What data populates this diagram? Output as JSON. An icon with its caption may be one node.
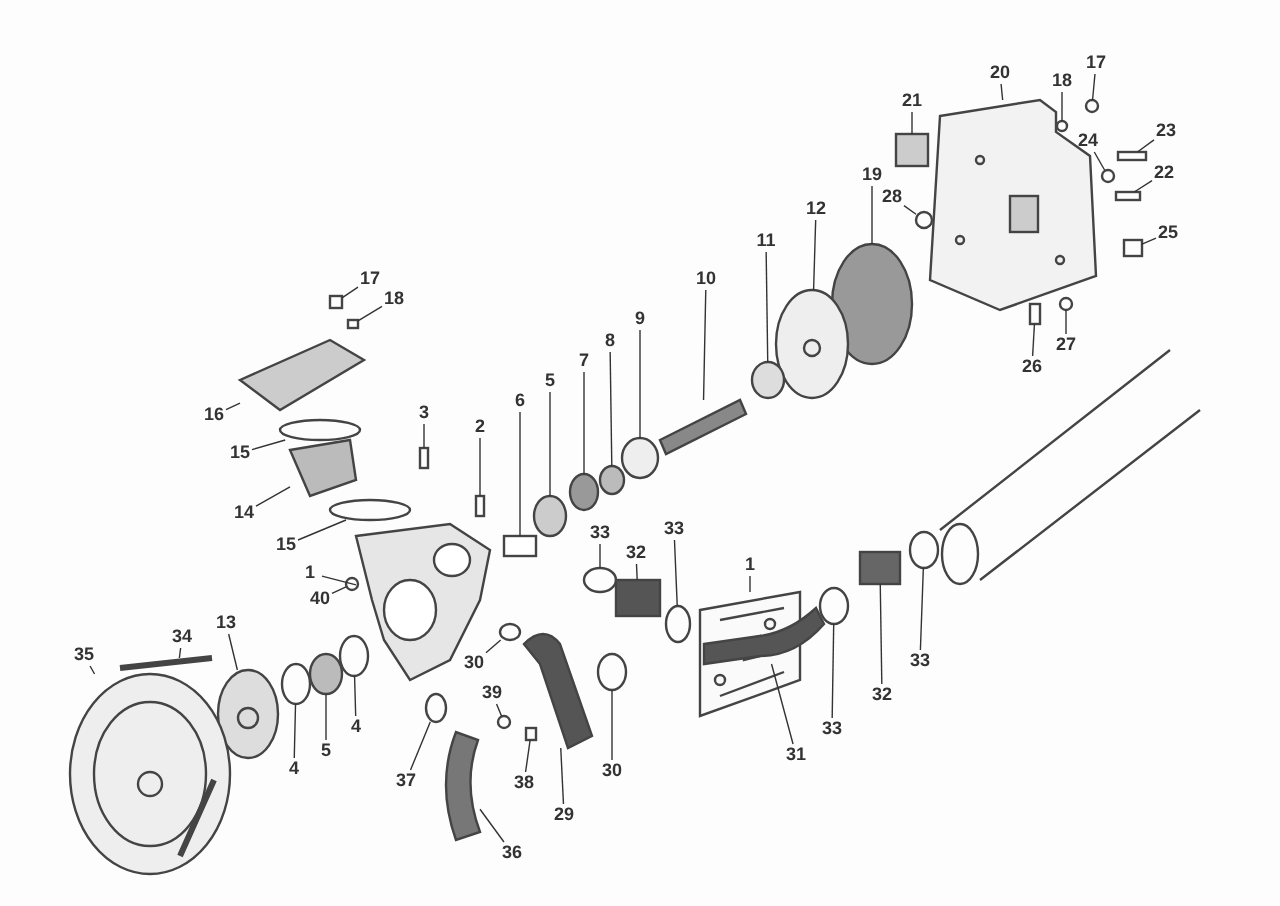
{
  "diagram": {
    "nodes": [
      {
        "text": [
          "17"
        ]
      },
      {
        "text": [
          "20"
        ]
      },
      {
        "text": [
          "18"
        ]
      },
      {
        "text": [
          "21"
        ]
      },
      {
        "text": [
          "24"
        ]
      },
      {
        "text": [
          "23"
        ]
      },
      {
        "text": [
          "22"
        ]
      },
      {
        "text": [
          "19"
        ]
      },
      {
        "text": [
          "28"
        ]
      },
      {
        "text": [
          "12"
        ]
      },
      {
        "text": [
          "25"
        ]
      },
      {
        "text": [
          "11"
        ]
      },
      {
        "text": [
          "17"
        ]
      },
      {
        "text": [
          "10"
        ]
      },
      {
        "text": [
          "18"
        ]
      },
      {
        "text": [
          "9"
        ]
      },
      {
        "text": [
          "8"
        ]
      },
      {
        "text": [
          "27"
        ]
      },
      {
        "text": [
          "26"
        ]
      },
      {
        "text": [
          "7"
        ]
      },
      {
        "text": [
          "5"
        ]
      },
      {
        "text": [
          "6"
        ]
      },
      {
        "text": [
          "3"
        ]
      },
      {
        "text": [
          "16"
        ]
      },
      {
        "text": [
          "2"
        ]
      },
      {
        "text": [
          "15"
        ]
      },
      {
        "text": [
          "14"
        ]
      },
      {
        "text": [
          "33"
        ]
      },
      {
        "text": [
          "15"
        ]
      },
      {
        "text": [
          "33"
        ]
      },
      {
        "text": [
          "32"
        ]
      },
      {
        "text": [
          "1"
        ]
      },
      {
        "text": [
          "1"
        ]
      },
      {
        "text": [
          "40"
        ]
      },
      {
        "text": [
          "13"
        ]
      },
      {
        "text": [
          "34"
        ]
      },
      {
        "text": [
          "35"
        ]
      },
      {
        "text": [
          "33"
        ]
      },
      {
        "text": [
          "30"
        ]
      },
      {
        "text": [
          "32"
        ]
      },
      {
        "text": [
          "39"
        ]
      },
      {
        "text": [
          "4"
        ]
      },
      {
        "text": [
          "33"
        ]
      },
      {
        "text": [
          "5"
        ]
      },
      {
        "text": [
          "31"
        ]
      },
      {
        "text": [
          "4"
        ]
      },
      {
        "text": [
          "30"
        ]
      },
      {
        "text": [
          "37"
        ]
      },
      {
        "text": [
          "38"
        ]
      },
      {
        "text": [
          "29"
        ]
      },
      {
        "text": [
          "36"
        ]
      },
      {
        "text": [],
        "shape": "circle"
      },
      {
        "text": [],
        "shape": "picture"
      },
      {
        "text": [],
        "shape": "circle"
      },
      {
        "text": [],
        "shape": "box"
      },
      {
        "text": [],
        "shape": "circle"
      },
      {
        "text": [],
        "shape": "box"
      },
      {
        "text": [],
        "shape": "box"
      },
      {
        "text": [],
        "shape": "circle"
      },
      {
        "text": [],
        "shape": "circle"
      },
      {
        "text": [],
        "shape": "picture"
      },
      {
        "text": [],
        "shape": "box"
      },
      {
        "text": [],
        "shape": "circle"
      },
      {
        "text": [],
        "shape": "box"
      },
      {
        "text": [],
        "shape": "picture"
      },
      {
        "text": [],
        "shape": "box"
      },
      {
        "text": [],
        "shape": "circle"
      },
      {
        "text": [],
        "shape": "circle"
      },
      {
        "text": [],
        "shape": "circle"
      },
      {
        "text": [],
        "shape": "box"
      },
      {
        "text": [],
        "shape": "circle"
      },
      {
        "text": [],
        "shape": "circle"
      },
      {
        "text": [],
        "shape": "box"
      },
      {
        "text": [],
        "shape": "box"
      },
      {
        "text": [],
        "shape": "picture"
      },
      {
        "text": [],
        "shape": "box"
      },
      {
        "text": [],
        "shape": "circle"
      },
      {
        "text": [],
        "shape": "picture"
      },
      {
        "text": [],
        "shape": "circle"
      },
      {
        "text": [],
        "shape": "circle"
      },
      {
        "text": [],
        "shape": "circle"
      },
      {
        "text": [],
        "shape": "box"
      },
      {
        "text": [],
        "shape": "picture"
      },
      {
        "text": [],
        "shape": "picture"
      },
      {
        "text": [],
        "shape": "circle"
      },
      {
        "text": [],
        "shape": "picture"
      },
      {
        "text": [],
        "shape": "picture"
      },
      {
        "text": [],
        "shape": "picture"
      },
      {
        "text": [],
        "shape": "circle"
      },
      {
        "text": [],
        "shape": "circle"
      },
      {
        "text": [],
        "shape": "box"
      },
      {
        "text": [],
        "shape": "circle"
      },
      {
        "text": [],
        "shape": "circle"
      },
      {
        "text": [],
        "shape": "circle"
      },
      {
        "text": [],
        "shape": "circle"
      },
      {
        "text": [],
        "shape": "picture"
      },
      {
        "text": [],
        "shape": "circle"
      },
      {
        "text": [],
        "shape": "circle"
      },
      {
        "text": [],
        "shape": "circle"
      },
      {
        "text": [],
        "shape": "box"
      },
      {
        "text": [],
        "shape": "picture"
      },
      {
        "text": [],
        "shape": "picture"
      }
    ],
    "edges": [
      {
        "from": 0,
        "to": 51,
        "arrow": "none"
      },
      {
        "from": 1,
        "to": 52,
        "arrow": "none"
      },
      {
        "from": 2,
        "to": 53,
        "arrow": "none"
      },
      {
        "from": 3,
        "to": 54,
        "arrow": "none"
      },
      {
        "from": 4,
        "to": 55,
        "arrow": "none"
      },
      {
        "from": 5,
        "to": 56,
        "arrow": "none"
      },
      {
        "from": 6,
        "to": 57,
        "arrow": "none"
      },
      {
        "from": 7,
        "to": 58,
        "arrow": "none"
      },
      {
        "from": 8,
        "to": 59,
        "arrow": "none"
      },
      {
        "from": 9,
        "to": 60,
        "arrow": "none"
      },
      {
        "from": 10,
        "to": 61,
        "arrow": "none"
      },
      {
        "from": 11,
        "to": 62,
        "arrow": "none"
      },
      {
        "from": 12,
        "to": 63,
        "arrow": "none"
      },
      {
        "from": 13,
        "to": 64,
        "arrow": "none"
      },
      {
        "from": 14,
        "to": 65,
        "arrow": "none"
      },
      {
        "from": 15,
        "to": 66,
        "arrow": "none"
      },
      {
        "from": 16,
        "to": 67,
        "arrow": "none"
      },
      {
        "from": 17,
        "to": 68,
        "arrow": "none"
      },
      {
        "from": 18,
        "to": 69,
        "arrow": "none"
      },
      {
        "from": 19,
        "to": 70,
        "arrow": "none"
      },
      {
        "from": 20,
        "to": 71,
        "arrow": "none"
      },
      {
        "from": 21,
        "to": 72,
        "arrow": "none"
      },
      {
        "from": 22,
        "to": 73,
        "arrow": "none"
      },
      {
        "from": 23,
        "to": 74,
        "arrow": "none"
      },
      {
        "from": 24,
        "to": 75,
        "arrow": "none"
      },
      {
        "from": 25,
        "to": 76,
        "arrow": "none"
      },
      {
        "from": 26,
        "to": 77,
        "arrow": "none"
      },
      {
        "from": 27,
        "to": 78,
        "arrow": "none"
      },
      {
        "from": 28,
        "to": 79,
        "arrow": "none"
      },
      {
        "from": 29,
        "to": 80,
        "arrow": "none"
      },
      {
        "from": 30,
        "to": 81,
        "arrow": "none"
      },
      {
        "from": 31,
        "to": 82,
        "arrow": "none"
      },
      {
        "from": 32,
        "to": 83,
        "arrow": "none"
      },
      {
        "from": 33,
        "to": 84,
        "arrow": "none"
      },
      {
        "from": 34,
        "to": 85,
        "arrow": "none"
      },
      {
        "from": 35,
        "to": 86,
        "arrow": "none"
      },
      {
        "from": 36,
        "to": 87,
        "arrow": "none"
      },
      {
        "from": 37,
        "to": 88,
        "arrow": "none"
      },
      {
        "from": 38,
        "to": 89,
        "arrow": "none"
      },
      {
        "from": 39,
        "to": 90,
        "arrow": "none"
      },
      {
        "from": 40,
        "to": 91,
        "arrow": "none"
      },
      {
        "from": 41,
        "to": 92,
        "arrow": "none"
      },
      {
        "from": 42,
        "to": 93,
        "arrow": "none"
      },
      {
        "from": 43,
        "to": 94,
        "arrow": "none"
      },
      {
        "from": 44,
        "to": 95,
        "arrow": "none"
      },
      {
        "from": 45,
        "to": 96,
        "arrow": "none"
      },
      {
        "from": 46,
        "to": 97,
        "arrow": "none"
      },
      {
        "from": 47,
        "to": 98,
        "arrow": "none"
      },
      {
        "from": 48,
        "to": 99,
        "arrow": "none"
      },
      {
        "from": 49,
        "to": 100,
        "arrow": "none"
      },
      {
        "from": 50,
        "to": 101,
        "arrow": "none"
      }
    ]
  }
}
